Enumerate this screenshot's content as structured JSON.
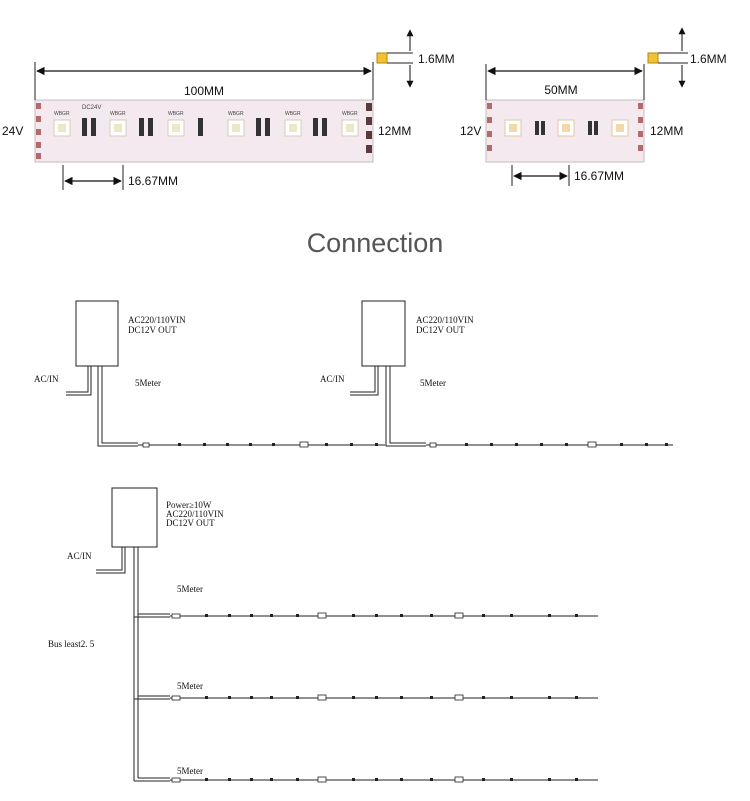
{
  "strip_long": {
    "length": "100MM",
    "thickness": "1.6MM",
    "width": "12MM",
    "voltage": "24V",
    "pitch": "16.67MM",
    "pcb_label": "DC24V",
    "led_label": "WBGR"
  },
  "strip_short": {
    "length": "50MM",
    "thickness": "1.6MM",
    "width": "12MM",
    "voltage": "12V",
    "pitch": "16.67MM"
  },
  "section_title": "Connection",
  "connection_top_left": {
    "input_label": "AC/IN",
    "psu_line1": "AC220/110VIN",
    "psu_line2": "DC12V OUT",
    "length_label": "5Meter"
  },
  "connection_top_right": {
    "input_label": "AC/IN",
    "psu_line1": "AC220/110VIN",
    "psu_line2": "DC12V OUT",
    "length_label": "5Meter"
  },
  "connection_bus": {
    "input_label": "AC/IN",
    "psu_line0": "Power≥10W",
    "psu_line1": "AC220/110VIN",
    "psu_line2": "DC12V OUT",
    "bus_label": "Bus least2. 5",
    "run_labels": [
      "5Meter",
      "5Meter",
      "5Meter"
    ]
  },
  "colors": {
    "pcb": "#f3e9ee",
    "title": "#555555",
    "tab": "#f2c230"
  }
}
